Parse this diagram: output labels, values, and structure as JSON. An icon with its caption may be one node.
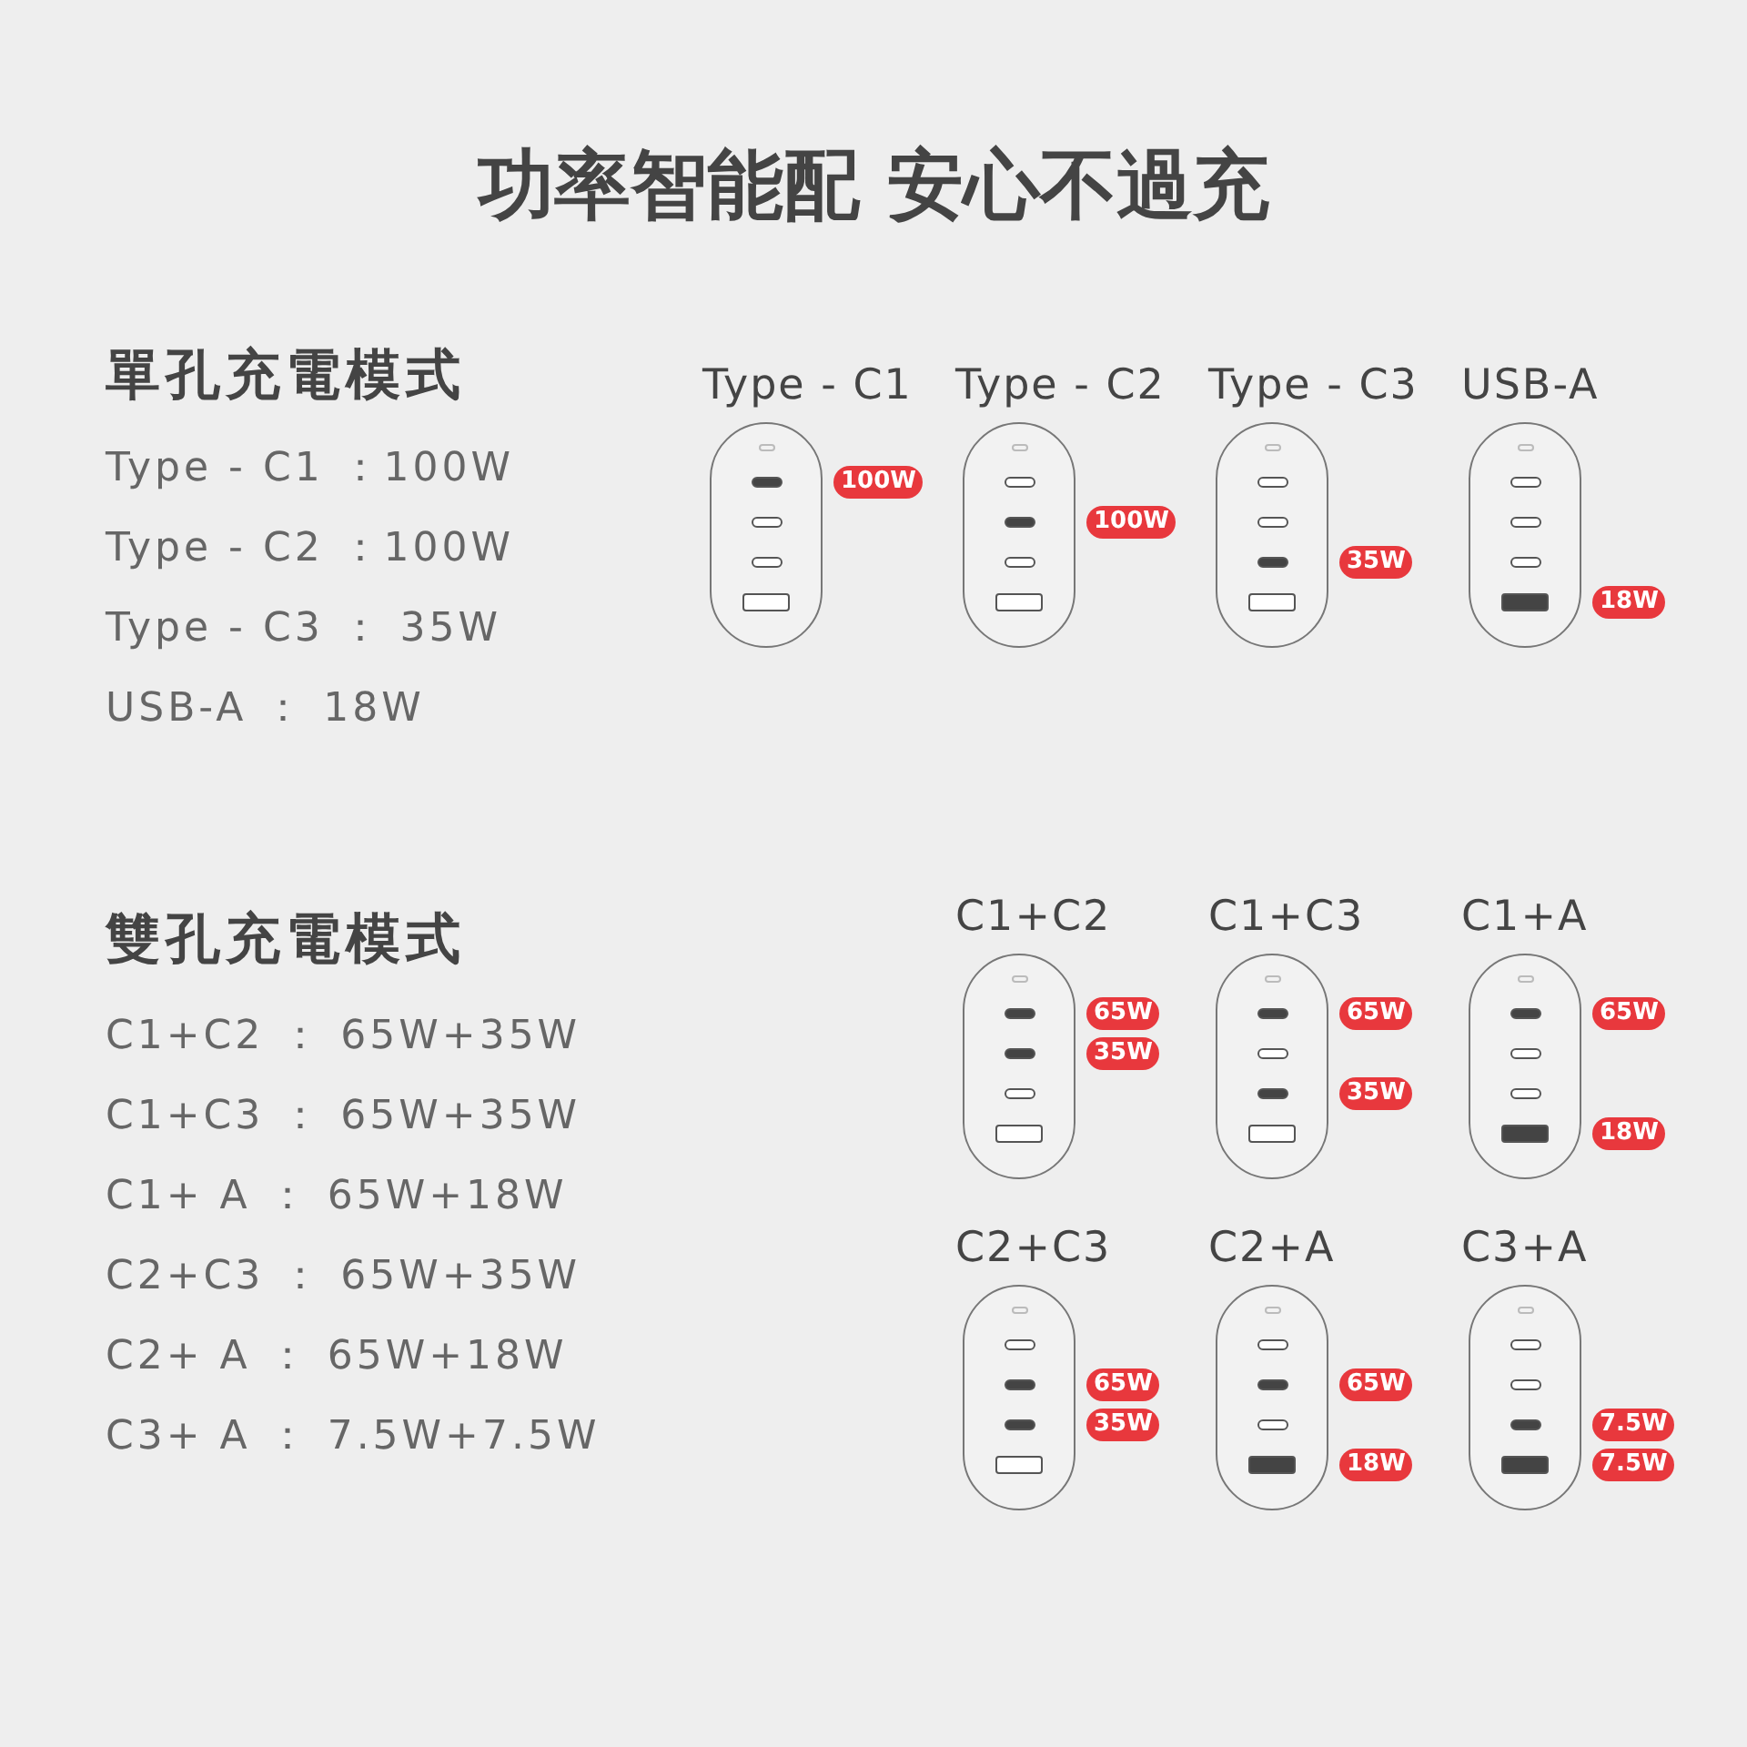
{
  "diagram": {
    "title": "功率智能配 安心不過充",
    "nodes": [
      {
        "text": [
          "Type - C1"
        ],
        "beside": [
          "100W"
        ]
      },
      {
        "text": [
          "Type - C2"
        ],
        "beside": [
          "100W"
        ]
      },
      {
        "text": [
          "Type - C3"
        ],
        "beside": [
          "35W"
        ]
      },
      {
        "text": [
          "USB-A"
        ],
        "beside": [
          "18W"
        ]
      },
      {
        "text": [
          "C1+C2"
        ],
        "beside": [
          "65W",
          "35W"
        ]
      },
      {
        "text": [
          "C1+C3"
        ],
        "beside": [
          "65W",
          "35W"
        ]
      },
      {
        "text": [
          "C1+A"
        ],
        "beside": [
          "65W",
          "18W"
        ]
      },
      {
        "text": [
          "C2+C3"
        ],
        "beside": [
          "65W",
          "35W"
        ]
      },
      {
        "text": [
          "C2+A"
        ],
        "beside": [
          "65W",
          "18W"
        ]
      },
      {
        "text": [
          "C3+A"
        ],
        "beside": [
          "7.5W",
          "7.5W"
        ]
      }
    ],
    "labels": [
      "單孔充電模式",
      "Type - C1 ：100W",
      "Type - C2 ：100W",
      "Type - C3 ： 35W",
      "USB-A ： 18W",
      "雙孔充電模式",
      "C1+C2 ： 65W+35W",
      "C1+C3 ： 65W+35W",
      "C1+ A ： 65W+18W",
      "C2+C3 ： 65W+35W",
      "C2+ A ： 65W+18W",
      "C3+ A ： 7.5W+7.5W"
    ]
  }
}
